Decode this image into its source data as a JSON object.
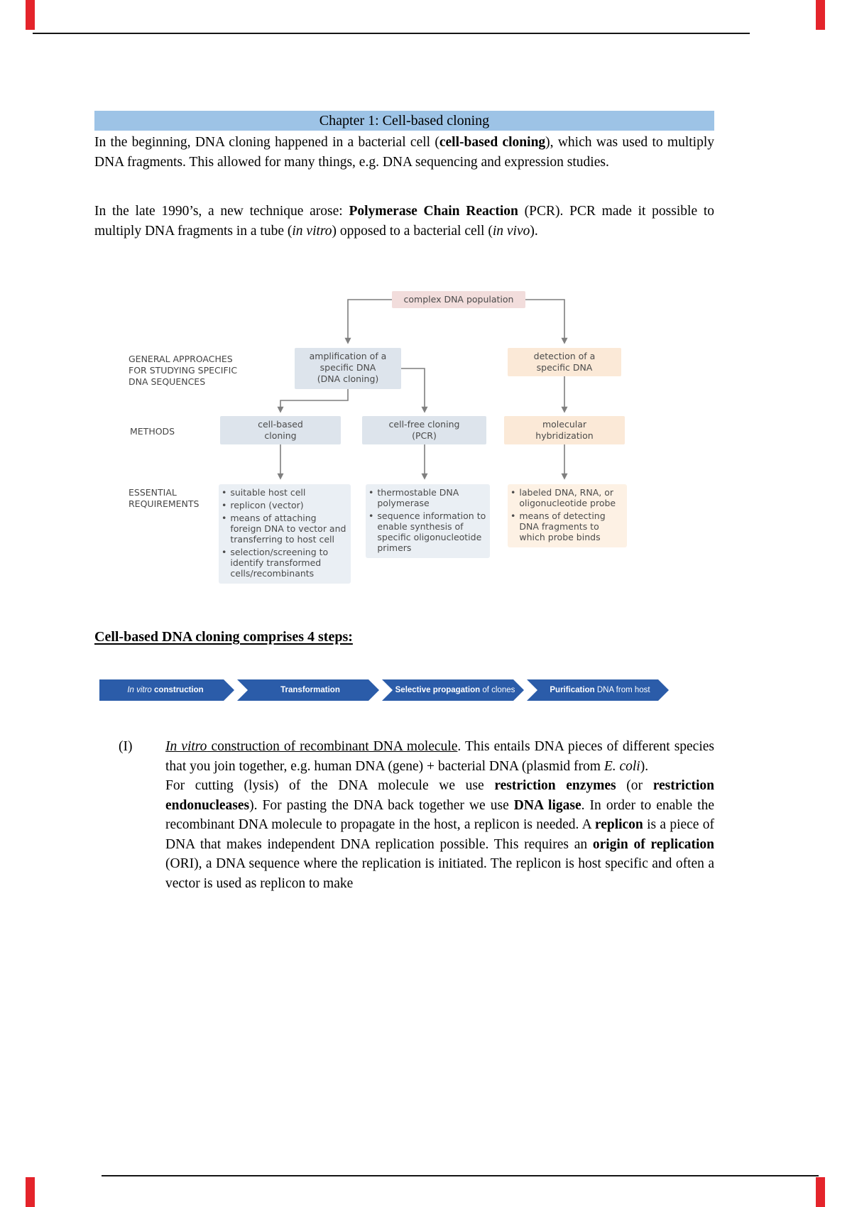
{
  "colors": {
    "accent_red": "#e4242b",
    "rule_black": "#141414",
    "title_bar_blue": "#9dc3e6",
    "chevron_blue": "#2b5ca9",
    "diagram_pink": "#f2dddc",
    "diagram_blue": "#dde4ec",
    "diagram_tan": "#fbe9d7",
    "arrow_gray": "#7f7f7f"
  },
  "title_bar": {
    "text": "Chapter 1: Cell-based cloning"
  },
  "intro": {
    "p1_runs": [
      {
        "t": "In the beginning, DNA cloning happened in a bacterial cell ("
      },
      {
        "t": "cell-based cloning",
        "b": true
      },
      {
        "t": "), which was used to multiply DNA fragments. This allowed for many things, e.g. DNA sequencing and expression studies."
      }
    ],
    "p2_runs": [
      {
        "t": "In the late 1990’s, a new technique arose: "
      },
      {
        "t": "Polymerase Chain Reaction",
        "b": true
      },
      {
        "t": " (PCR). PCR made it possible to multiply DNA fragments in a tube ("
      },
      {
        "t": "in vitro",
        "i": true
      },
      {
        "t": ") opposed to a bacterial cell ("
      },
      {
        "t": "in vivo",
        "i": true
      },
      {
        "t": ")."
      }
    ]
  },
  "diagram": {
    "bullet": "•",
    "root_label": "complex DNA population",
    "side_labels": {
      "approaches_lines": [
        "GENERAL APPROACHES",
        "FOR STUDYING SPECIFIC",
        "DNA SEQUENCES"
      ],
      "methods": "METHODS",
      "requirements_lines": [
        "ESSENTIAL",
        "REQUIREMENTS"
      ]
    },
    "amplification_lines": [
      "amplification of a",
      "specific DNA",
      "(DNA cloning)"
    ],
    "detection_lines": [
      "detection of a",
      "specific DNA"
    ],
    "method_cell_based_lines": [
      "cell-based",
      "cloning"
    ],
    "method_cell_free_lines": [
      "cell-free cloning",
      "(PCR)"
    ],
    "method_hybridization_lines": [
      "molecular",
      "hybridization"
    ],
    "req_cell_based": [
      "suitable host cell",
      "replicon (vector)",
      "means of attaching foreign DNA to vector and transferring to host cell",
      "selection/screening to identify transformed cells/recombinants"
    ],
    "req_cell_free": [
      "thermostable DNA polymerase",
      "sequence information to enable synthesis of specific oligonucleotide primers"
    ],
    "req_hybridization": [
      "labeled DNA, RNA, or oligonucleotide probe",
      "means of detecting DNA fragments to which probe binds"
    ]
  },
  "steps": {
    "heading": "Cell-based DNA cloning comprises 4 steps:",
    "items": [
      {
        "runs": [
          {
            "t": "In vitro ",
            "i": true
          },
          {
            "t": "construction",
            "b": true
          }
        ]
      },
      {
        "runs": [
          {
            "t": "Transformation",
            "b": true
          }
        ]
      },
      {
        "runs": [
          {
            "t": "Selective propagation",
            "b": true
          },
          {
            "t": " of clones"
          }
        ]
      },
      {
        "runs": [
          {
            "t": "Purification",
            "b": true
          },
          {
            "t": " DNA from host"
          }
        ]
      }
    ]
  },
  "item1": {
    "marker": "(I)",
    "p1_runs": [
      {
        "t": "In vitro",
        "i": true,
        "u": true
      },
      {
        "t": " construction of recombinant DNA molecule",
        "u": true
      },
      {
        "t": ". This entails DNA pieces of different species that you join together, e.g. human DNA (gene) + bacterial DNA (plasmid from "
      },
      {
        "t": "E. coli",
        "i": true
      },
      {
        "t": ")."
      }
    ],
    "p2_runs": [
      {
        "t": "For cutting (lysis) of the DNA molecule we use "
      },
      {
        "t": "restriction enzymes",
        "b": true
      },
      {
        "t": " (or "
      },
      {
        "t": "restriction endonucleases",
        "b": true
      },
      {
        "t": "). For pasting the DNA back together we use "
      },
      {
        "t": "DNA ligase",
        "b": true
      },
      {
        "t": ". In order to enable the recombinant DNA molecule to propagate in the host, a replicon is needed. A "
      },
      {
        "t": "replicon",
        "b": true
      },
      {
        "t": " is a piece of DNA that makes independent DNA replication possible. This requires an "
      },
      {
        "t": "origin of replication",
        "b": true
      },
      {
        "t": " (ORI), a DNA sequence where the replication is initiated. The replicon is host specific and often a vector is used as replicon to make"
      }
    ]
  }
}
